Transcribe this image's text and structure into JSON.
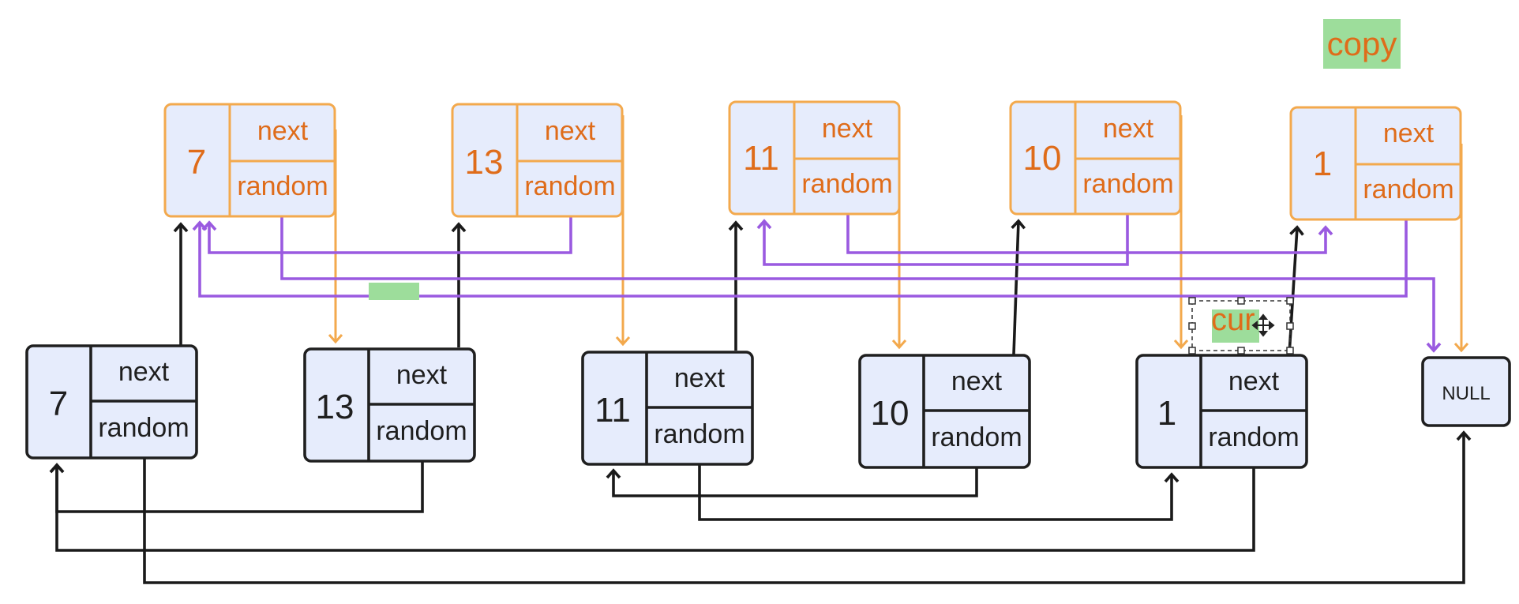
{
  "labels": {
    "copy_label": "copy",
    "cur_label": "cur",
    "null_label": "NULL",
    "next_field": "next",
    "random_field": "random"
  },
  "colors": {
    "original_border": "#1f1f1f",
    "copy_border": "#f3a94d",
    "copy_text": "#df6c1a",
    "node_fill": "#e6ecfc",
    "random_pointer": "#9a5ae0",
    "highlight": "#9ddd9b"
  },
  "original_list": [
    {
      "val": "7"
    },
    {
      "val": "13"
    },
    {
      "val": "11"
    },
    {
      "val": "10"
    },
    {
      "val": "1"
    }
  ],
  "copy_list": [
    {
      "val": "7"
    },
    {
      "val": "13"
    },
    {
      "val": "11"
    },
    {
      "val": "10"
    },
    {
      "val": "1"
    }
  ]
}
